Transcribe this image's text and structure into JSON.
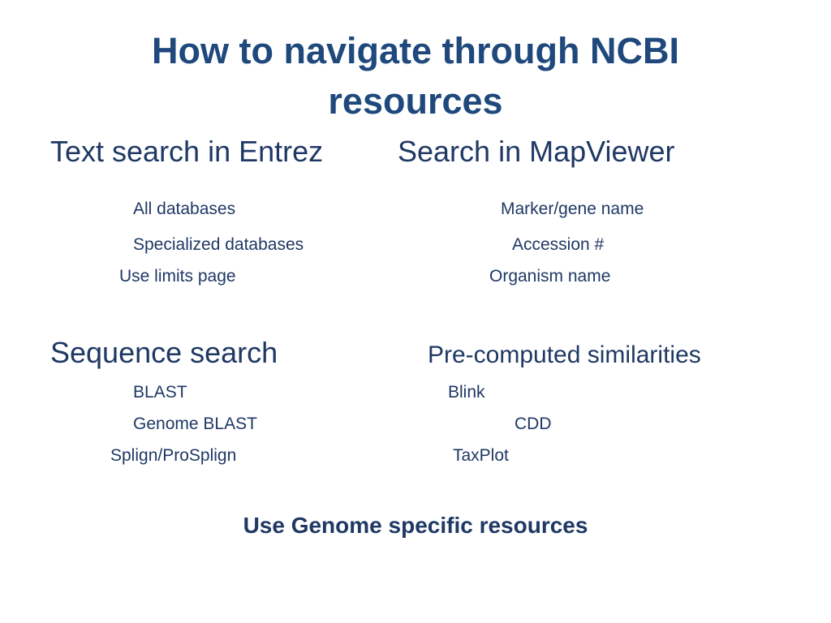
{
  "slide": {
    "title_line1": "How to navigate through NCBI",
    "title_line2": "resources",
    "sections": {
      "text_search": {
        "heading": "Text search in Entrez",
        "items": [
          "All databases",
          "Specialized databases",
          "Use limits page"
        ]
      },
      "mapviewer": {
        "heading": "Search in MapViewer",
        "items": [
          "Marker/gene name",
          "Accession #",
          "Organism name"
        ]
      },
      "sequence_search": {
        "heading": "Sequence search",
        "items": [
          "BLAST",
          "Genome  BLAST",
          "Splign/ProSplign"
        ]
      },
      "precomputed": {
        "heading": "Pre-computed similarities",
        "items": [
          "Blink",
          "CDD",
          "TaxPlot"
        ]
      }
    },
    "footer": "Use Genome specific resources"
  }
}
